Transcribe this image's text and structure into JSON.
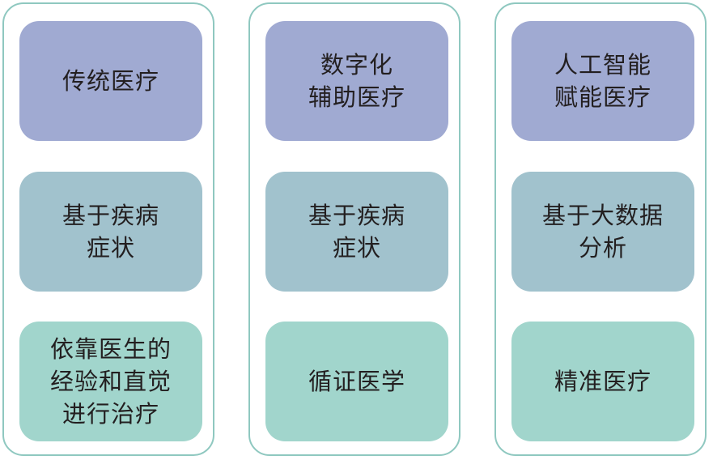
{
  "columns": [
    {
      "boxes": [
        "传统医疗",
        "基于疾病\n症状",
        "依靠医生的\n经验和直觉\n进行治疗"
      ]
    },
    {
      "boxes": [
        "数字化\n辅助医疗",
        "基于疾病\n症状",
        "循证医学"
      ]
    },
    {
      "boxes": [
        "人工智能\n赋能医疗",
        "基于大数据\n分析",
        "精准医疗"
      ]
    }
  ],
  "colors": {
    "column_border": "#8fc8c0",
    "row1_box": "#a0aad2",
    "row2_box": "#a1c2cd",
    "row3_box": "#a1d5cc",
    "text": "#231f20"
  }
}
